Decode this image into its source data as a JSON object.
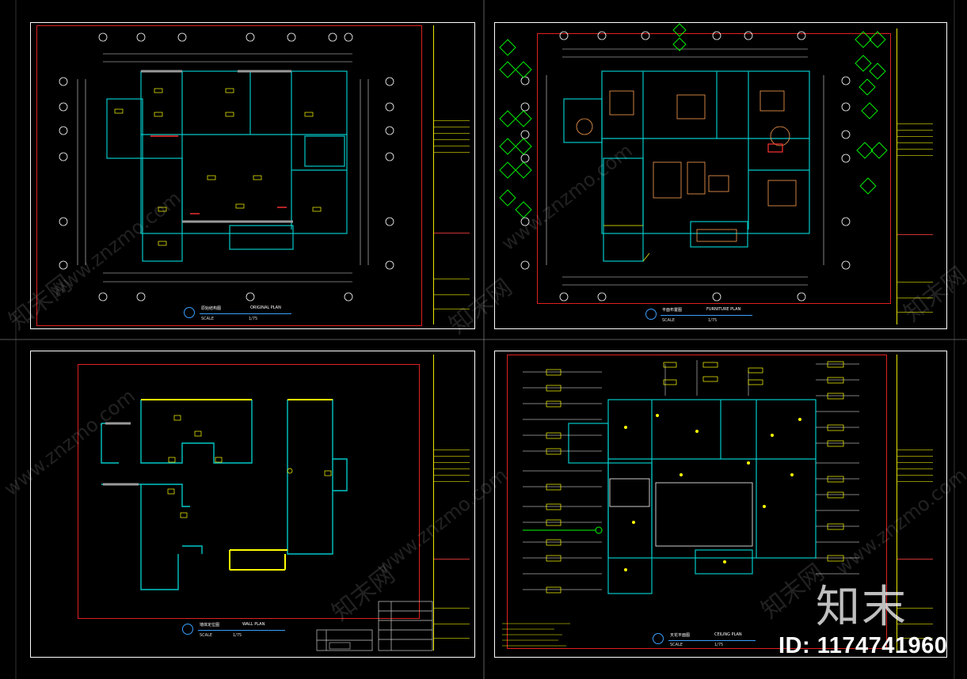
{
  "sheets": {
    "original_plan": {
      "title_cn": "原始结构图",
      "title_en": "ORIGINAL PLAN",
      "scale_label": "SCALE",
      "scale_value": "1/75"
    },
    "furniture_plan": {
      "title_cn": "平面布置图",
      "title_en": "FURNITURE PLAN",
      "scale_label": "SCALE",
      "scale_value": "1/75"
    },
    "wall_plan": {
      "title_cn": "墙体定位图",
      "title_en": "WALL PLAN",
      "scale_label": "SCALE",
      "scale_value": "1/75"
    },
    "ceiling_plan": {
      "title_cn": "天花平面图",
      "title_en": "CEILING PLAN",
      "scale_label": "SCALE",
      "scale_value": "1/75"
    }
  },
  "watermarks": {
    "cn": "知末网",
    "url": "www.znzmo.com"
  },
  "brand": "知末",
  "id_label": "ID: 1174741960",
  "colors": {
    "background": "#000000",
    "sheet_border": "#ffffff",
    "frame": "#e02020",
    "wall": "#00c8c8",
    "dimension": "#ffffff",
    "title_strip": "#e6e600",
    "annotation": "#ffff00",
    "symbol": "#00ff00"
  }
}
